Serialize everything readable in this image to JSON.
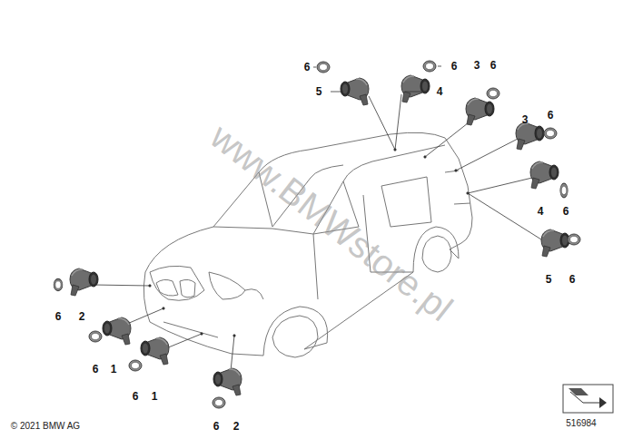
{
  "diagram": {
    "labels": [
      "6",
      "6",
      "5",
      "4",
      "3",
      "6",
      "3",
      "6",
      "4",
      "6",
      "5",
      "6",
      "6",
      "2",
      "6",
      "1",
      "6",
      "1",
      "6",
      "2",
      "www.BMWstore.pl",
      "© 2021 BMW AG",
      "516984"
    ]
  }
}
